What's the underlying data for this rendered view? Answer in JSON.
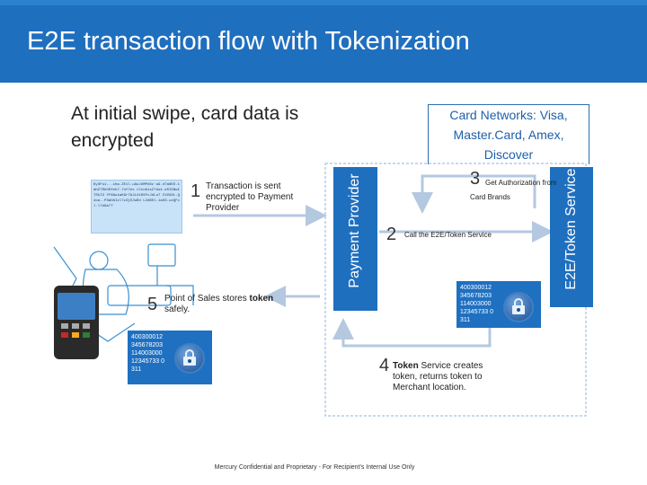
{
  "title": "E2E transaction flow with Tokenization",
  "intro": "At initial swipe, card data is encrypted",
  "card_networks": "Card Networks: Visa, Master.Card, Amex, Discover",
  "payment_provider": "Payment Provider",
  "token_service": "E2E/Token Service",
  "encrypted_text": "8y3Fui...ihw.ZEil.uAuJdMPd6z w9.d7a8ED.imhZ7RkOHfeh7.7nf7es rCxo8isZ7dsk.eSIGNwI7SkI3 fF6AuiwK9r7AJi4tD6fcJdLu7 CVZA3L.Q4oa..P3mDAIzl7z3jDJwRd L2dBSl.1a03.uzQFcl.l7d9a77",
  "steps": [
    {
      "num": "1",
      "text": "Transaction is sent encrypted to Payment Provider"
    },
    {
      "num": "2",
      "text": "Call the E2E/Token Service"
    },
    {
      "num": "3",
      "text": "Get Authorization from Card Brands"
    },
    {
      "num": "4",
      "bold": "Token",
      "text": " Service creates token, returns token to Merchant location."
    },
    {
      "num": "5",
      "text_a": "Point of Sales stores ",
      "bold": "token",
      "text_b": " safely."
    }
  ],
  "token_digits": "400300012 345678203 114003000 12345733 0 311",
  "footer": "Mercury Confidential and Proprietary - For Recipient's Internal Use Only",
  "colors": {
    "header": "#1f6fbf",
    "accent": "#1f70c1",
    "arrow": "#b4c8e0",
    "dashed": "#8fb3da"
  }
}
